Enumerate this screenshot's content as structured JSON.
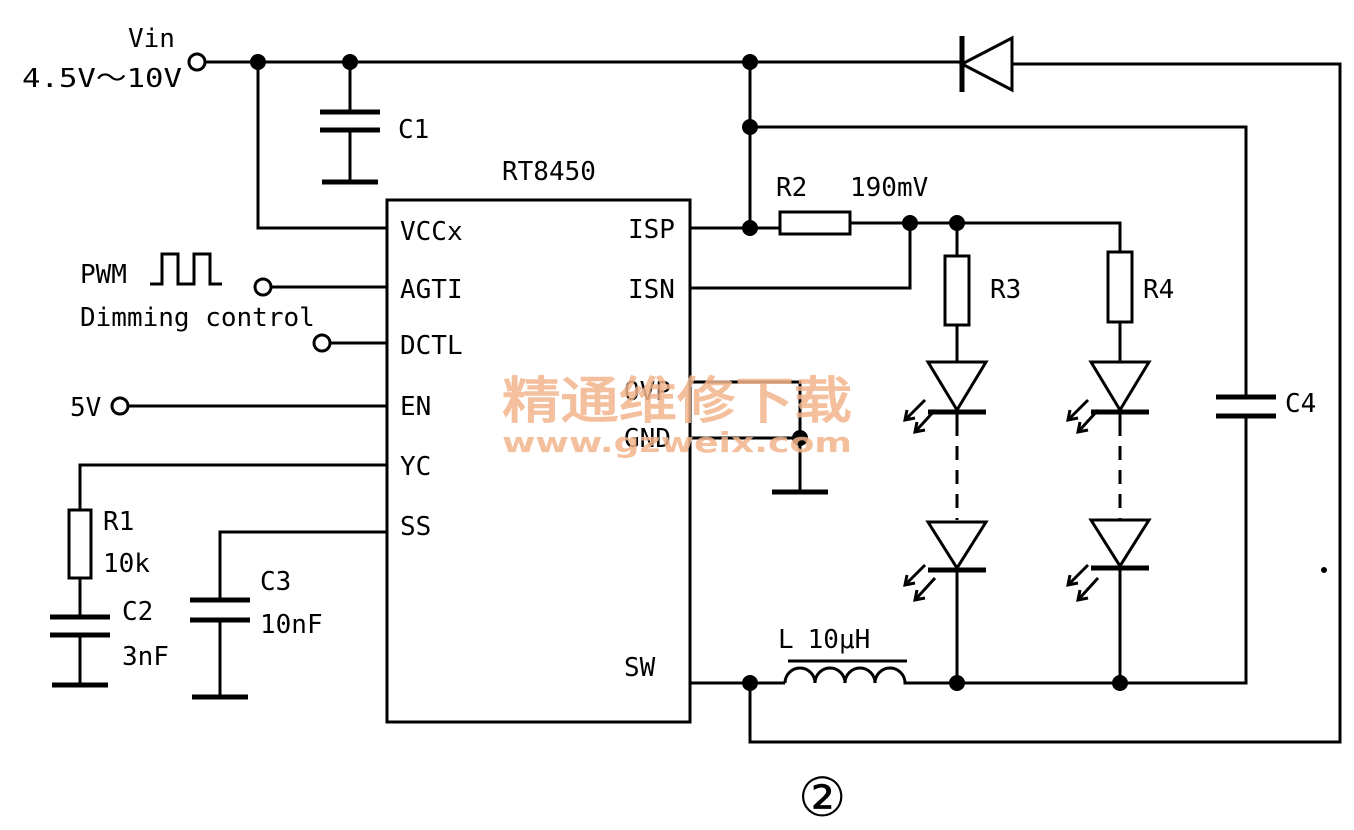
{
  "input": {
    "name": "Vin",
    "range": "4.5V～10V"
  },
  "ic": {
    "name": "RT8450",
    "pins_left": [
      "VCCx",
      "AGTI",
      "DCTL",
      "EN",
      "YC",
      "SS"
    ],
    "pins_right": [
      "ISP",
      "ISN",
      "OVP",
      "GND",
      "SW"
    ]
  },
  "pwm": {
    "label": "PWM",
    "caption": "Dimming control"
  },
  "en_source": "5V",
  "components": {
    "c1": "C1",
    "c2": {
      "name": "C2",
      "value": "3nF"
    },
    "c3": {
      "name": "C3",
      "value": "10nF"
    },
    "c4": "C4",
    "r1": {
      "name": "R1",
      "value": "10k"
    },
    "r2": {
      "name": "R2",
      "voltage": "190mV"
    },
    "r3": "R3",
    "r4": "R4",
    "inductor": {
      "name": "L",
      "value": "10μH"
    }
  },
  "figure_number": "②",
  "watermark": {
    "text": "精通维修下载",
    "url": "www.gzweix.com",
    "color": "#f2b48c"
  }
}
